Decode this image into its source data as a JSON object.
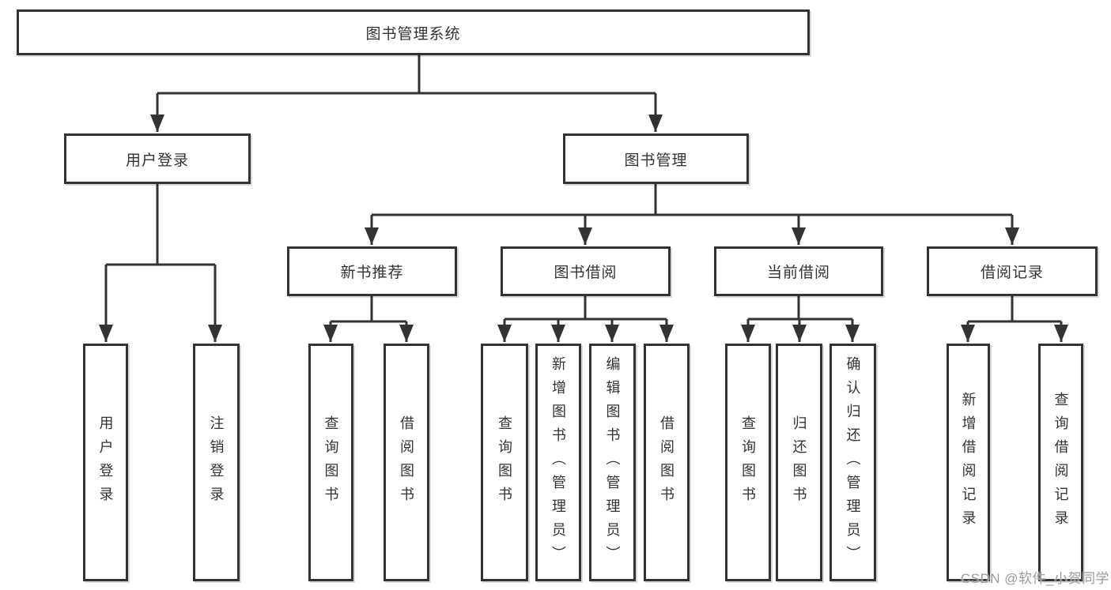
{
  "colors": {
    "line": "#333333",
    "border": "#333333",
    "text": "#333333",
    "watermark": "#9b9b9b",
    "background": "#ffffff"
  },
  "watermark": "CSDN @软件_小贺同学",
  "tree": {
    "label": "图书管理系统",
    "children": [
      {
        "label": "用户登录",
        "children": [
          {
            "label": "用户登录"
          },
          {
            "label": "注销登录"
          }
        ]
      },
      {
        "label": "图书管理",
        "children": [
          {
            "label": "新书推荐",
            "children": [
              {
                "label": "查询图书"
              },
              {
                "label": "借阅图书"
              }
            ]
          },
          {
            "label": "图书借阅",
            "children": [
              {
                "label": "查询图书"
              },
              {
                "label": "新增图书（管理员）"
              },
              {
                "label": "编辑图书（管理员）"
              },
              {
                "label": "借阅图书"
              }
            ]
          },
          {
            "label": "当前借阅",
            "children": [
              {
                "label": "查询图书"
              },
              {
                "label": "归还图书"
              },
              {
                "label": "确认归还（管理员）"
              }
            ]
          },
          {
            "label": "借阅记录",
            "children": [
              {
                "label": "新增借阅记录"
              },
              {
                "label": "查询借阅记录"
              }
            ]
          }
        ]
      }
    ]
  }
}
